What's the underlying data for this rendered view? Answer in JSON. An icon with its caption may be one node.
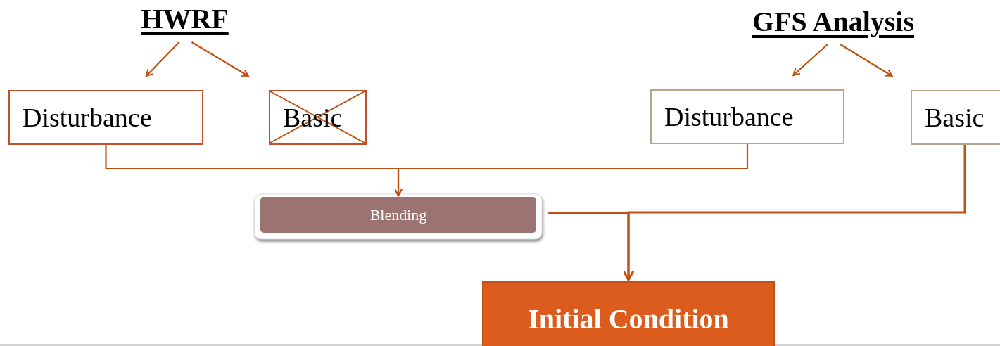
{
  "diagram": {
    "nodes": [
      {
        "text": [
          "HWRF"
        ]
      },
      {
        "text": [
          "Disturbance"
        ]
      },
      {
        "text": [
          "Basic"
        ]
      },
      {
        "text": [
          "GFS Analysis"
        ]
      },
      {
        "text": [
          "Disturbance"
        ]
      },
      {
        "text": [
          "Basic"
        ]
      },
      {
        "text": [
          "Blending"
        ]
      },
      {
        "text": [
          "Initial Condition"
        ]
      }
    ],
    "edges": [
      {
        "from": 0,
        "to": 1,
        "arrow": "to"
      },
      {
        "from": 0,
        "to": 2,
        "arrow": "to"
      },
      {
        "from": 3,
        "to": 4,
        "arrow": "to"
      },
      {
        "from": 3,
        "to": 5,
        "arrow": "to"
      },
      {
        "from": 1,
        "to": 6,
        "arrow": "to"
      },
      {
        "from": 4,
        "to": 6,
        "arrow": "to"
      },
      {
        "from": 6,
        "to": 7,
        "arrow": "to"
      },
      {
        "from": 5,
        "to": 7,
        "arrow": "to"
      }
    ]
  }
}
